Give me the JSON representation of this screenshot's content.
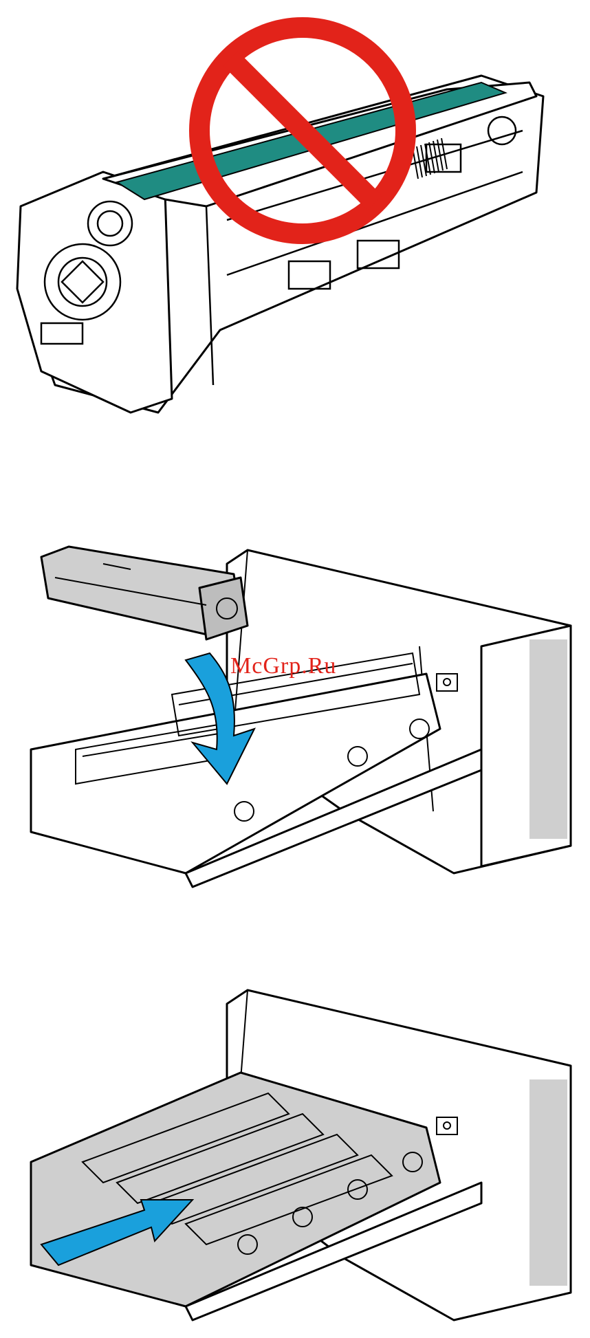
{
  "watermark": {
    "text": "McGrp.Ru"
  },
  "figures": [
    {
      "id": "figure-1",
      "icon": "prohibited-sign-icon"
    },
    {
      "id": "figure-2",
      "icon": "down-arrow-icon"
    },
    {
      "id": "figure-3",
      "icon": "right-arrow-icon"
    }
  ],
  "colors": {
    "prohibited_red": "#e2231a",
    "drum_teal": "#1f8c82",
    "arrow_blue": "#1aa0dc",
    "cartridge_gray": "#cfcfcf",
    "line": "#000000"
  }
}
